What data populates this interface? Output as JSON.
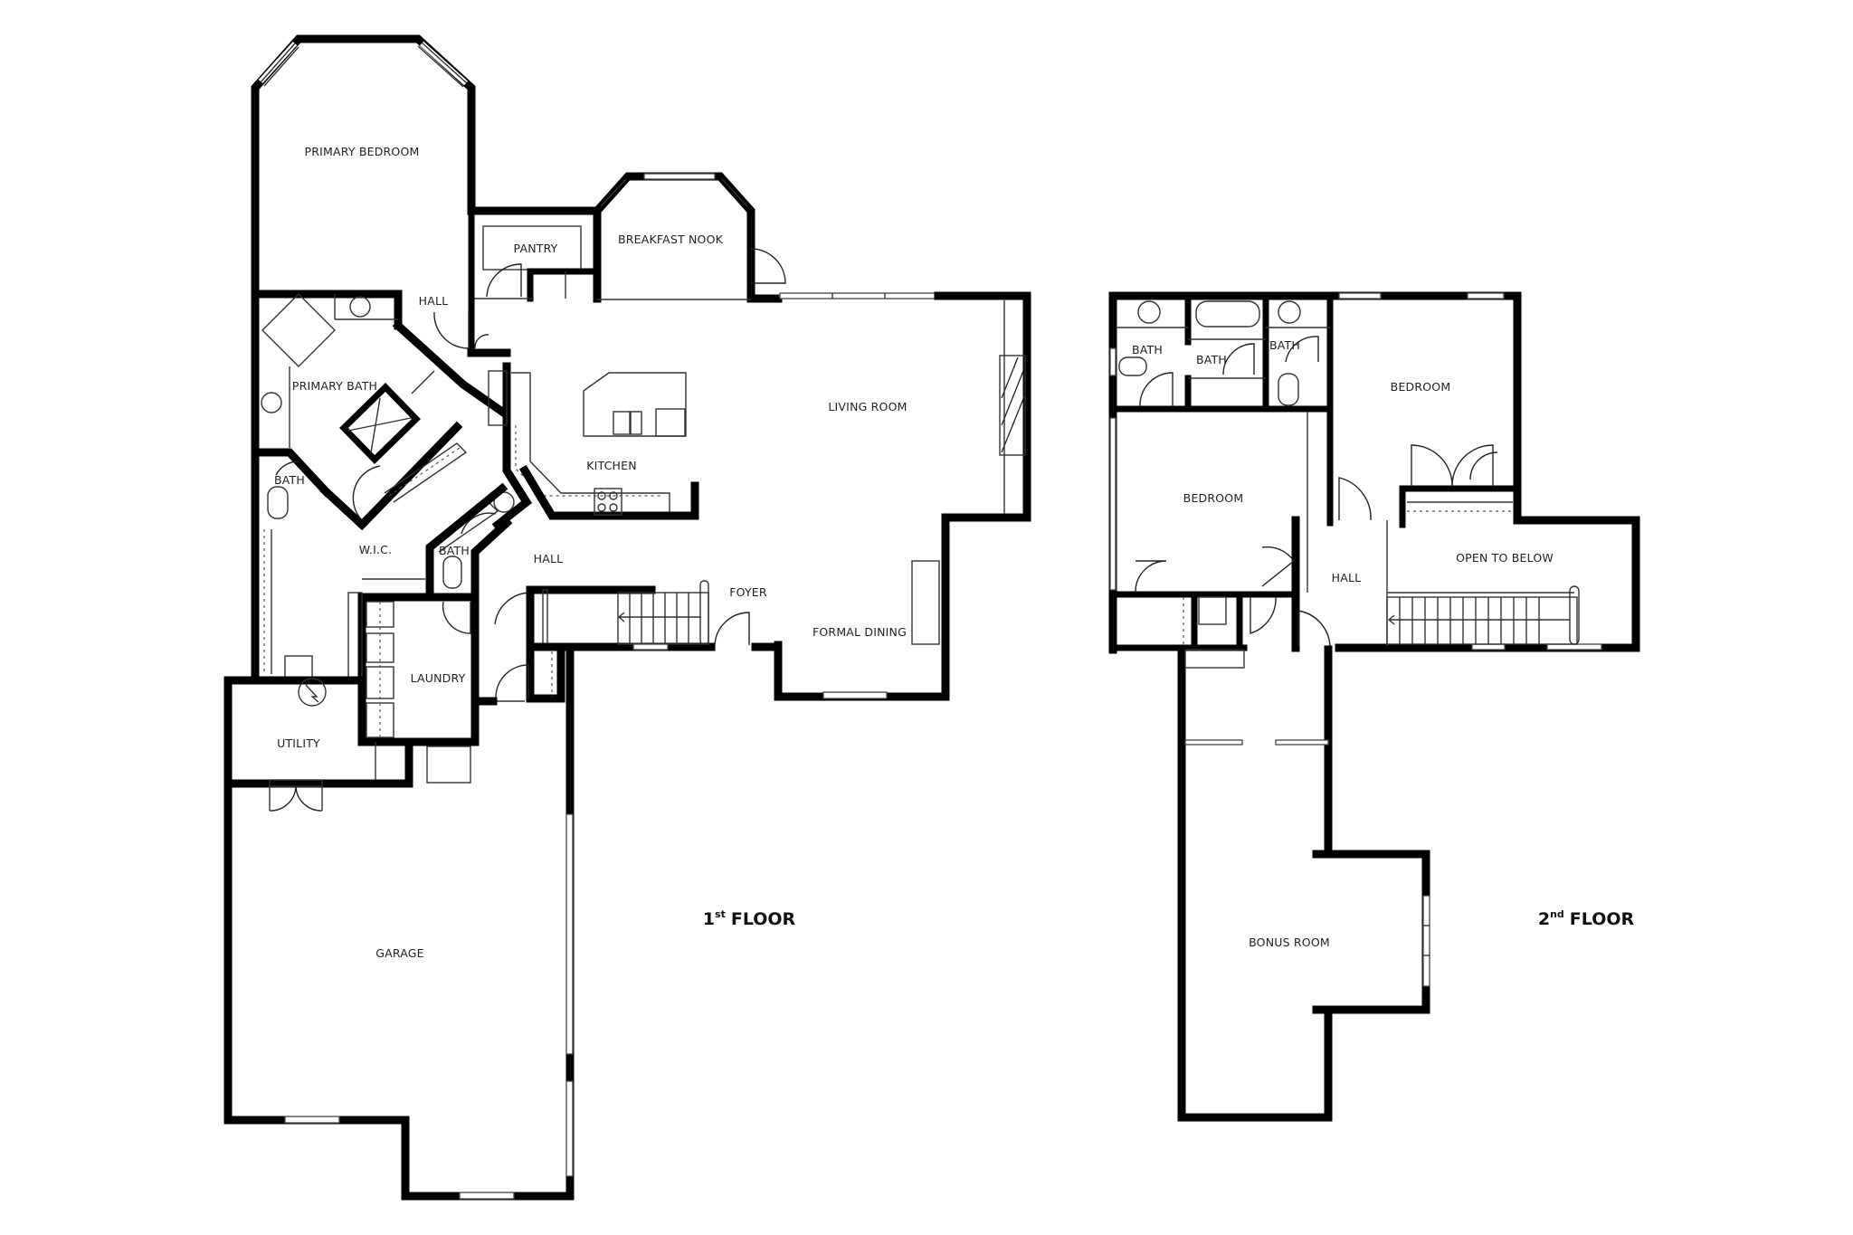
{
  "floors": [
    {
      "title_number": "1",
      "title_suffix": "st",
      "title_text": "FLOOR",
      "rooms": {
        "primary_bedroom": "PRIMARY BEDROOM",
        "pantry": "PANTRY",
        "breakfast_nook": "BREAKFAST NOOK",
        "hall_upper": "HALL",
        "primary_bath": "PRIMARY BATH",
        "living_room": "LIVING ROOM",
        "kitchen": "KITCHEN",
        "bath_primary_wc": "BATH",
        "wic": "W.I.C.",
        "bath_hall": "BATH",
        "hall_lower": "HALL",
        "foyer": "FOYER",
        "formal_dining": "FORMAL DINING",
        "laundry": "LAUNDRY",
        "utility": "UTILITY",
        "garage": "GARAGE"
      }
    },
    {
      "title_number": "2",
      "title_suffix": "nd",
      "title_text": "FLOOR",
      "rooms": {
        "bath_left": "BATH",
        "bath_middle": "BATH",
        "bath_right": "BATH",
        "bedroom_right": "BEDROOM",
        "bedroom_left": "BEDROOM",
        "hall": "HALL",
        "open_to_below": "OPEN TO BELOW",
        "bonus_room": "BONUS ROOM"
      }
    }
  ]
}
